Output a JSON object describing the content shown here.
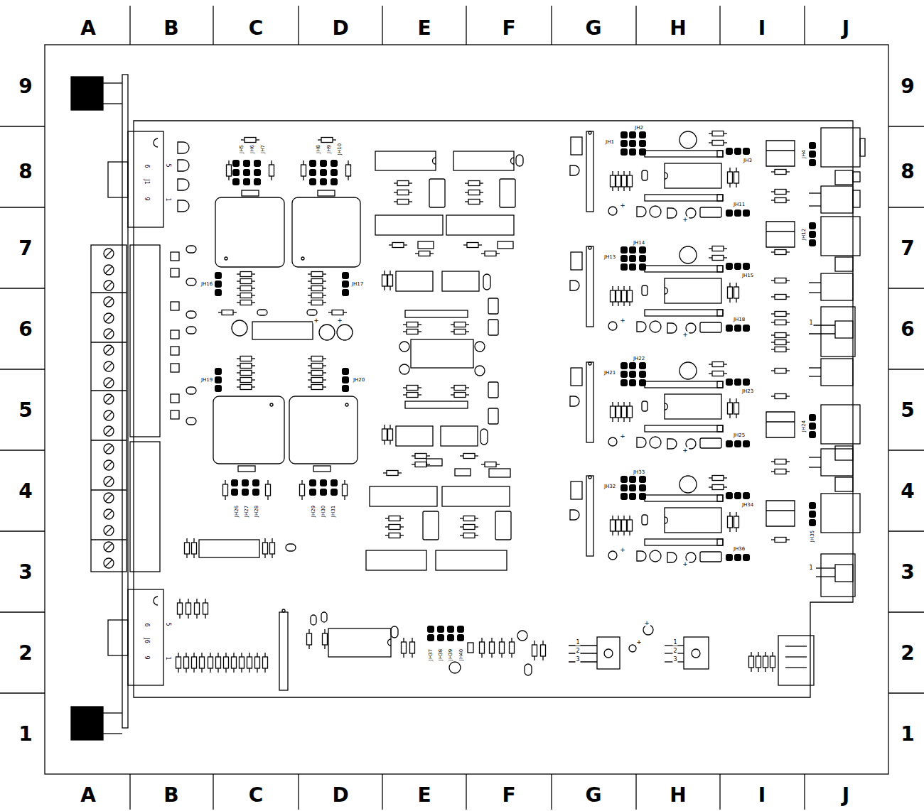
{
  "diagram": {
    "labels": [
      "A",
      "B",
      "C",
      "D",
      "E",
      "F",
      "G",
      "H",
      "I",
      "J",
      "9",
      "8",
      "7",
      "6",
      "5",
      "4",
      "3",
      "2",
      "1",
      "9",
      "8",
      "7",
      "6",
      "5",
      "4",
      "3",
      "2",
      "1",
      "A",
      "B",
      "C",
      "D",
      "E",
      "F",
      "G",
      "H",
      "I",
      "J",
      "6",
      "5",
      "J1",
      "9",
      "1",
      "6",
      "5",
      "J6",
      "9",
      "1",
      "JH1",
      "JH2",
      "JH3",
      "JH4",
      "JH5",
      "JH6",
      "JH7",
      "JH8",
      "JH9",
      "JH10",
      "JH11",
      "JH12",
      "JH13",
      "JH14",
      "JH15",
      "JH16",
      "JH17",
      "JH18",
      "JH19",
      "JH20",
      "JH21",
      "JH22",
      "JH23",
      "JH24",
      "JH25",
      "JH26",
      "JH27",
      "JH28",
      "JH29",
      "JH30",
      "JH31",
      "JH32",
      "JH33",
      "JH34",
      "JH35",
      "JH36",
      "JH37",
      "JH38",
      "JH39",
      "JH40",
      "1",
      "1",
      "1",
      "2",
      "3",
      "1",
      "2",
      "3",
      "+",
      "+",
      "+",
      "+",
      "+",
      "+",
      "+",
      "+",
      "+",
      "+",
      "+",
      "+"
    ]
  }
}
